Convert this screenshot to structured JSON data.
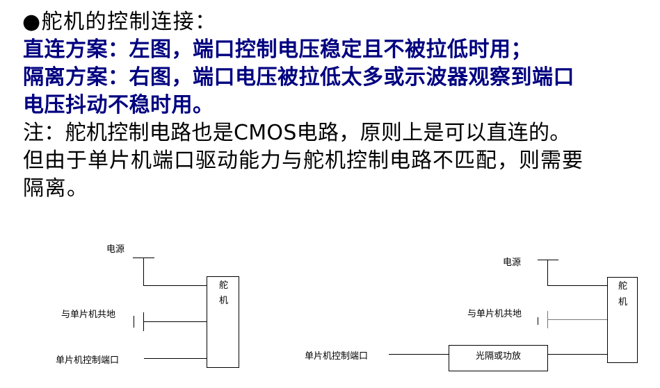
{
  "text": {
    "heading": "●舵机的控制连接：",
    "direct": "直连方案：左图，端口控制电压稳定且不被拉低时用；",
    "isolated_1": "隔离方案：右图，端口电压被拉低太多或示波器观察到端口",
    "isolated_2": "电压抖动不稳时用。",
    "note_1": "注：舵机控制电路也是CMOS电路，原则上是可以直连的。",
    "note_2": "但由于单片机端口驱动能力与舵机控制电路不匹配，则需要",
    "note_3": "隔离。"
  },
  "diagram_left": {
    "power": "电源",
    "ground": "与单片机共地",
    "control": "单片机控制端口",
    "servo_1": "舵",
    "servo_2": "机"
  },
  "diagram_right": {
    "power": "电源",
    "ground": "与单片机共地",
    "control": "单片机控制端口",
    "servo_1": "舵",
    "servo_2": "机",
    "isolator": "光隔或功放"
  },
  "colors": {
    "emphasis": "#000080",
    "text": "#000000"
  }
}
